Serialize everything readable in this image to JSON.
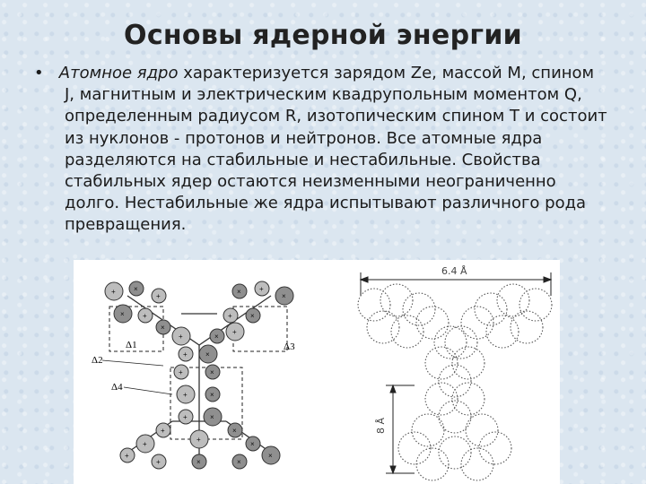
{
  "slide": {
    "title": "Основы ядерной энергии",
    "bullet_symbol": "•",
    "lead_italic": "Атомное ядро",
    "body_text": " характеризуется зарядом Ze, массой M, спином J, магнитным и электрическим квадрупольным моментом Q, определенным радиусом R, изотопическим спином T и состоит из нуклонов - протонов и нейтронов. Все атомные ядра разделяются на стабильные и нестабильные. Свойства стабильных ядер остаются неизменными неограниченно долго. Нестабильные же ядра испытывают различного рода превращения."
  },
  "figure": {
    "left_labels": {
      "d1": "Δ1",
      "d2": "Δ2",
      "d3": "Δ3",
      "d4": "Δ4"
    },
    "right_labels": {
      "width": "6.4 Å",
      "height": "8 Å"
    }
  }
}
